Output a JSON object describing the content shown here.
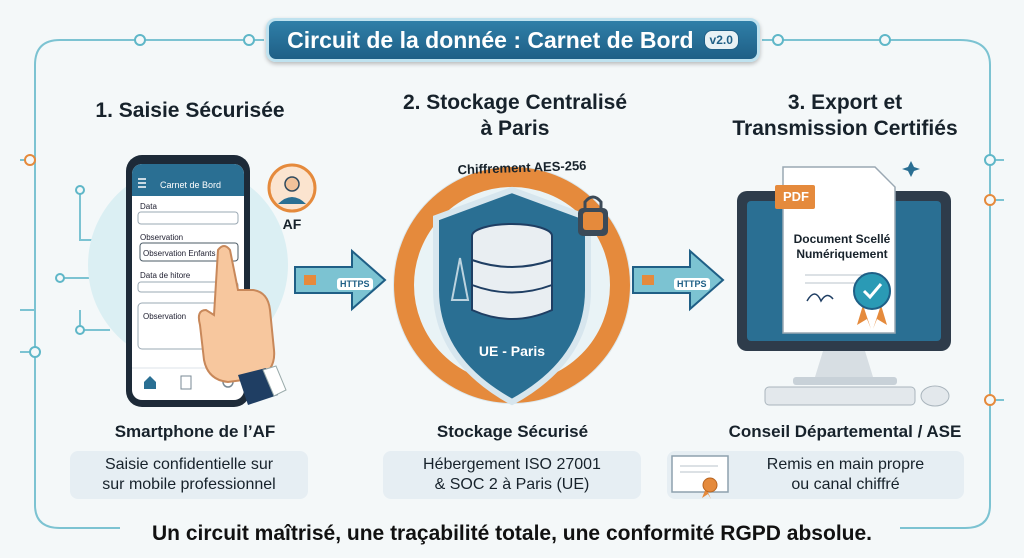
{
  "title": "Circuit de la donnée : Carnet de Bord",
  "version": "v2.0",
  "steps": [
    {
      "heading": "1. Saisie Sécurisée",
      "caption": "Smartphone de l’AF",
      "desc_line1": "Saisie confidentielle sur",
      "desc_line2": "sur mobile professionnel"
    },
    {
      "heading_line1": "2. Stockage Centralisé",
      "heading_line2": "à Paris",
      "caption": "Stockage Sécurisé",
      "desc_line1": "Hébergement ISO 27001",
      "desc_line2": "& SOC 2 à Paris (UE)"
    },
    {
      "heading_line1": "3. Export et",
      "heading_line2": "Transmission Certifiés",
      "caption": "Conseil Départemental / ASE",
      "desc_line1": "Remis en main propre",
      "desc_line2": "ou canal chiffré"
    }
  ],
  "phone": {
    "app_title": "Carnet de Bord",
    "field1_label": "Data",
    "field2_label": "Observation",
    "field2_value": "Observation Enfants",
    "field3_label": "Data de hitore",
    "field4_label": "Observation"
  },
  "avatar_label": "AF",
  "arrow_label": "HTTPS",
  "shield": {
    "ring_text": "Chiffrement AES-256",
    "location": "UE - Paris"
  },
  "document": {
    "tag": "PDF",
    "line1": "Document Scellé",
    "line2": "Numériquement"
  },
  "footer": "Un circuit maîtrisé, une traçabilité totale, une conformité RGPD absolue.",
  "colors": {
    "accent_blue": "#1f5f86",
    "accent_orange": "#e58a3c",
    "circuit_teal": "#5fb7c8"
  }
}
